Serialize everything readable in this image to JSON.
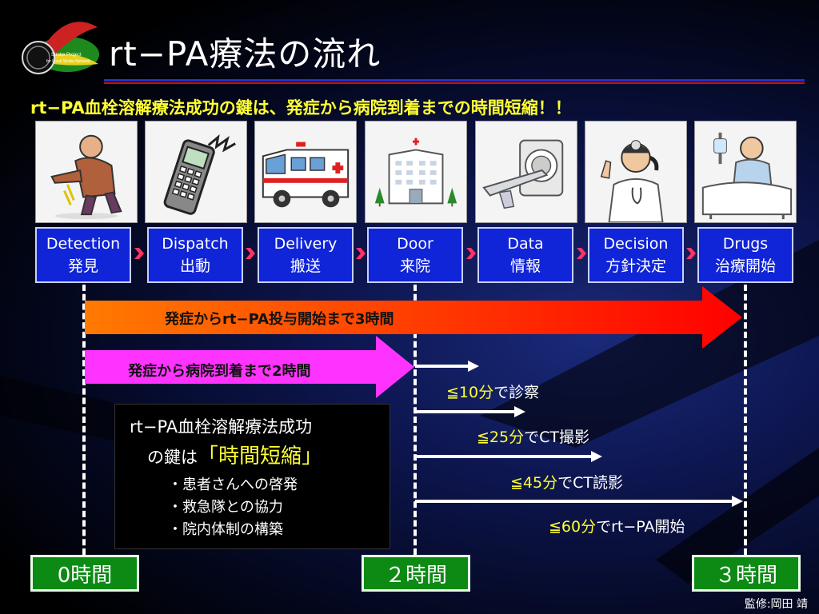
{
  "slide": {
    "title": "rt−PA療法の流れ",
    "subtitle": "rt−PA血栓溶解療法成功の鍵は、発症から病院到着までの時間短縮！！",
    "logo_text_line1": "Stroke Project",
    "logo_text_line2": "for Local Stroke Network",
    "credit": "監修:岡田 靖"
  },
  "steps": [
    {
      "en": "Detection",
      "ja": "発見",
      "icon": "fallen-elderly-person-icon"
    },
    {
      "en": "Dispatch",
      "ja": "出動",
      "icon": "mobile-phone-icon"
    },
    {
      "en": "Delivery",
      "ja": "搬送",
      "icon": "ambulance-icon"
    },
    {
      "en": "Door",
      "ja": "来院",
      "icon": "hospital-icon"
    },
    {
      "en": "Data",
      "ja": "情報",
      "icon": "ct-scanner-icon"
    },
    {
      "en": "Decision",
      "ja": "方針決定",
      "icon": "doctor-on-phone-icon"
    },
    {
      "en": "Drugs",
      "ja": "治療開始",
      "icon": "patient-in-bed-icon"
    }
  ],
  "timeline": {
    "arrow_total": "発症からrt−PA投与開始まで3時間",
    "arrow_arrival": "発症から病院到着まで2時間",
    "conditions": [
      {
        "limit": "≦10分",
        "rest": "で診察"
      },
      {
        "limit": "≦25分",
        "rest": "でCT撮影"
      },
      {
        "limit": "≦45分",
        "rest": "でCT読影"
      },
      {
        "limit": "≦60分",
        "rest": "でrt−PA開始"
      }
    ],
    "hours": [
      "0時間",
      "２時間",
      "３時間"
    ]
  },
  "key_box": {
    "line1": "rt−PA血栓溶解療法成功",
    "line2_prefix": "の鍵は",
    "line2_highlight": "「時間短縮」",
    "bullets": [
      "・患者さんへの啓発",
      "・救急隊との協力",
      "・院内体制の構築"
    ]
  },
  "colors": {
    "step_box": "#1024d8",
    "subtitle_text": "#ffff33",
    "arrow_total_start": "#ff7a00",
    "arrow_total_end": "#ff0000",
    "arrow_arrival": "#ff33ff",
    "hour_box": "#0c8a14",
    "chevron": "#ff3366"
  }
}
